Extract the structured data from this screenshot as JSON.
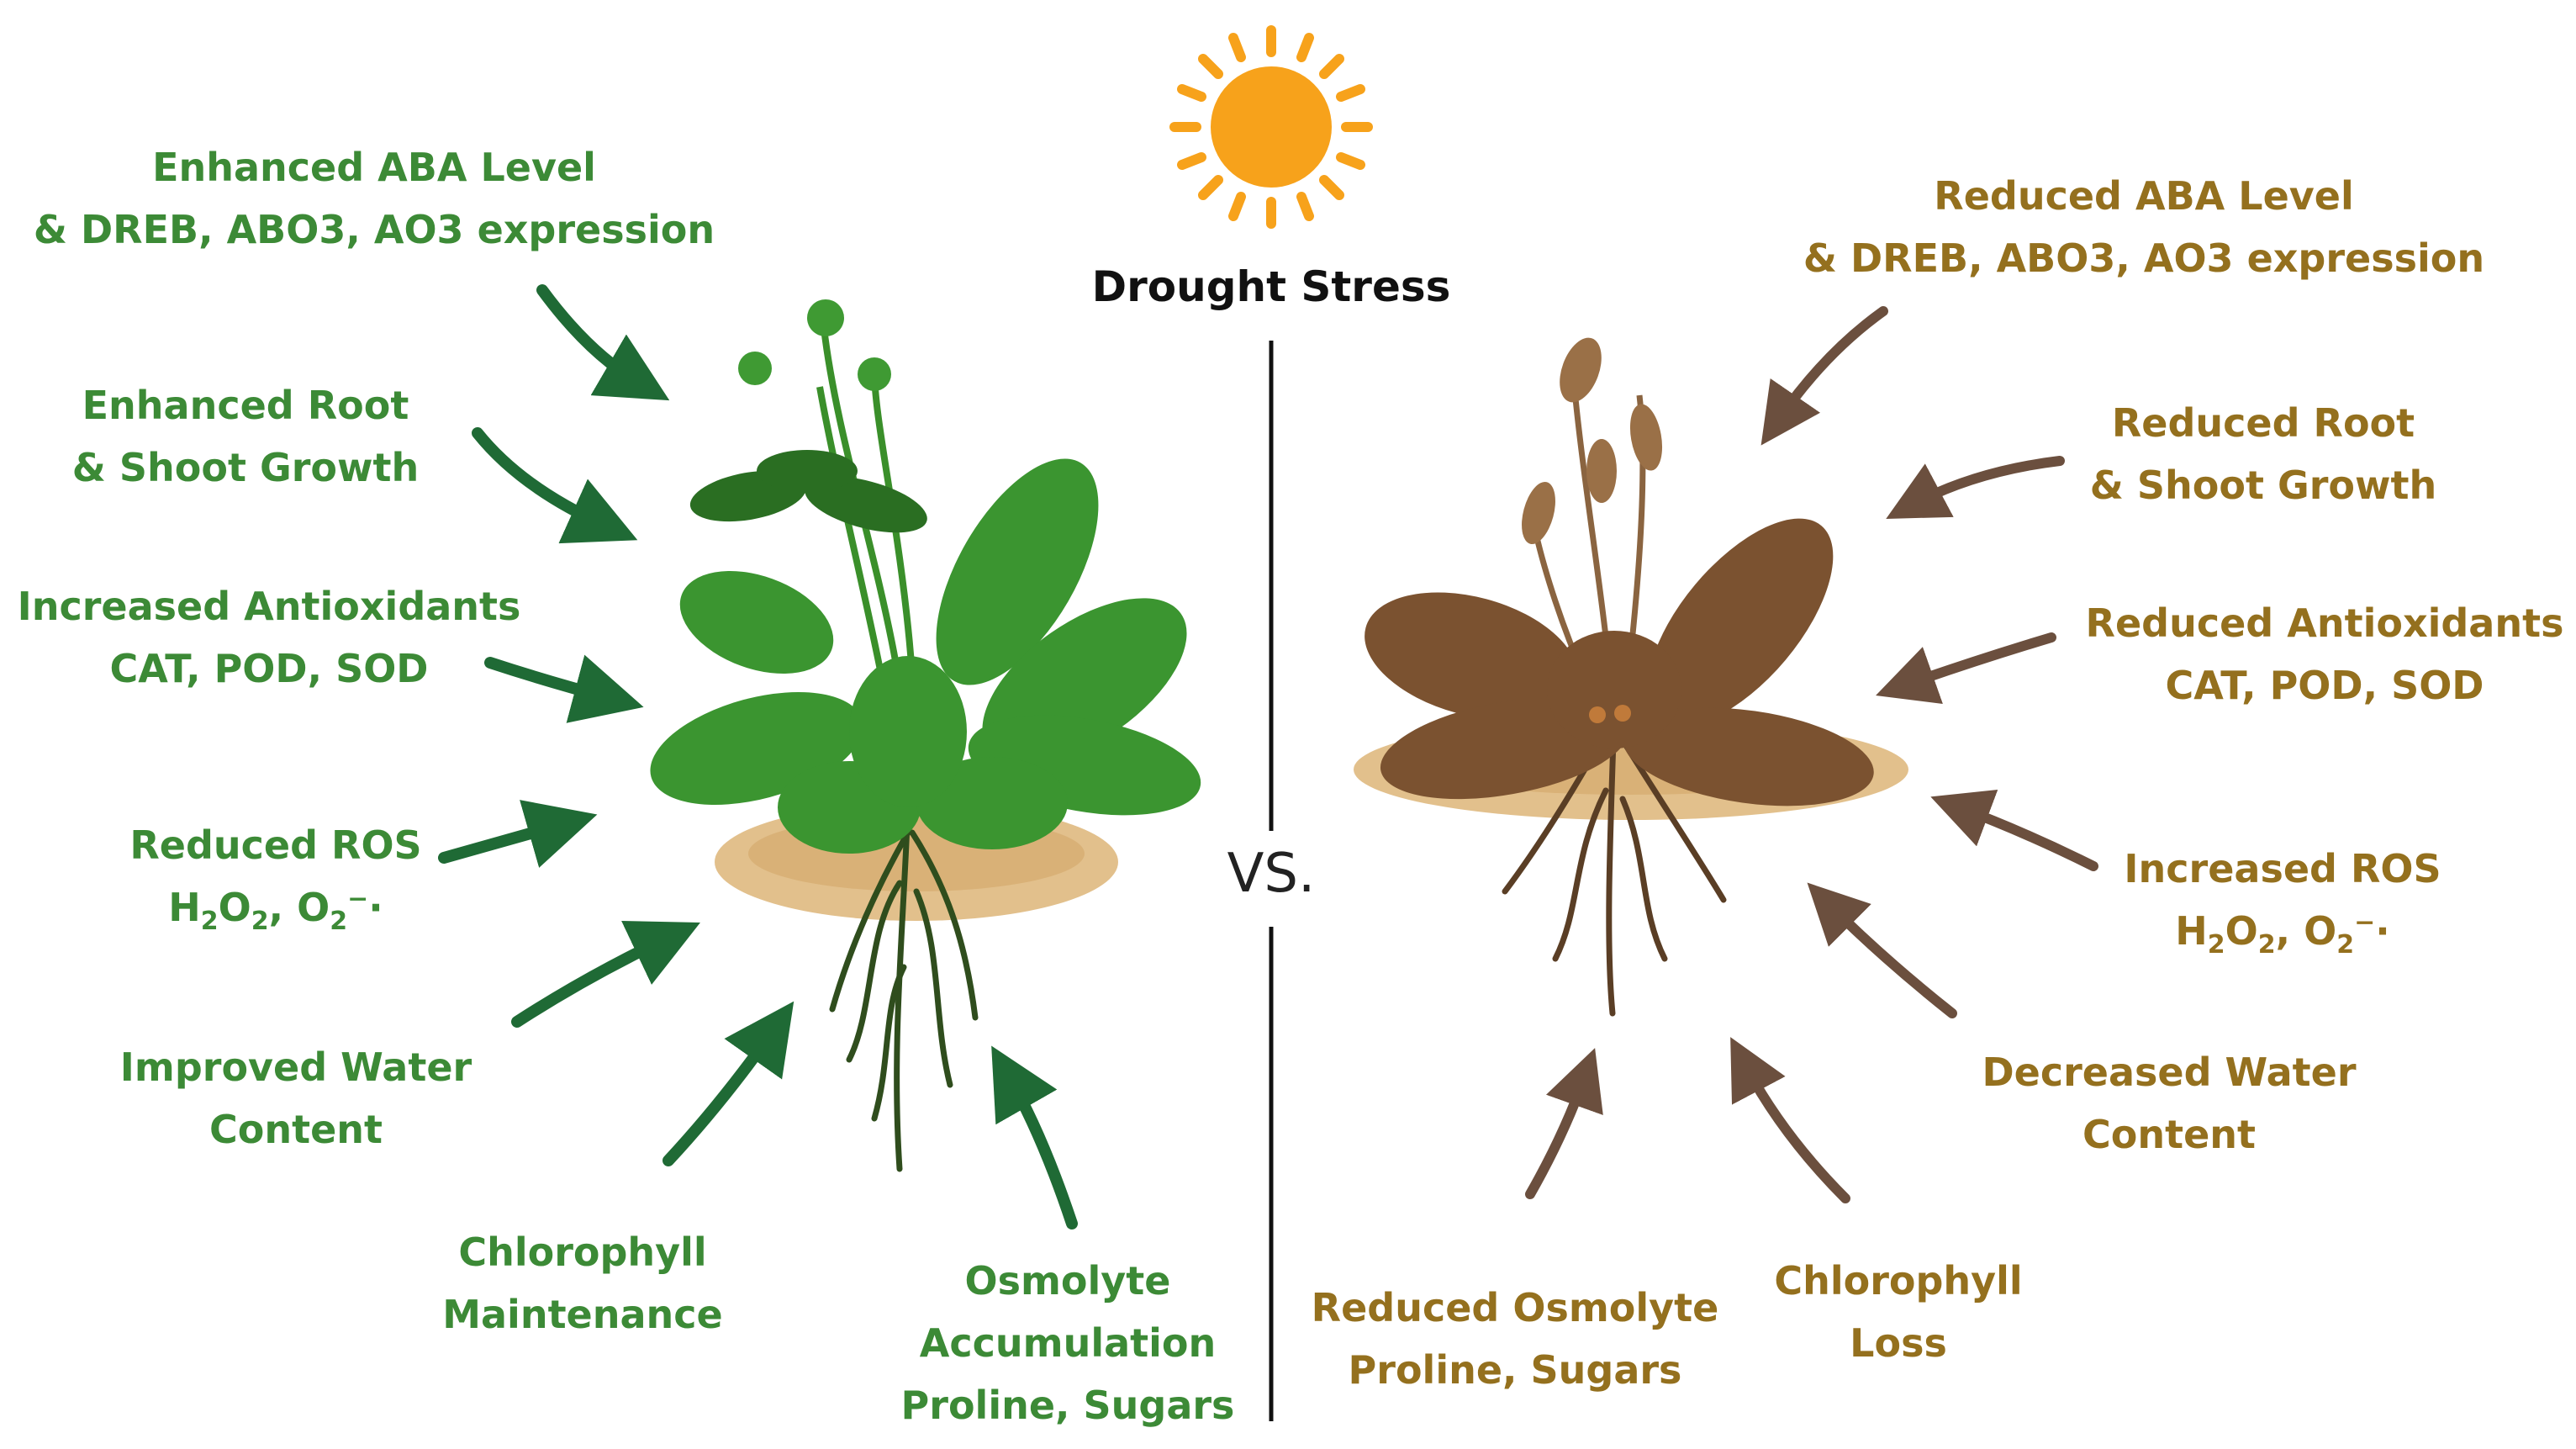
{
  "center": {
    "title": "Drought Stress",
    "vs": "VS."
  },
  "left": {
    "aba": [
      "Enhanced ABA Level",
      "& DREB, ABO3, AO3 expression"
    ],
    "growth": [
      "Enhanced Root",
      "& Shoot Growth"
    ],
    "antioxidants": [
      "Increased Antioxidants",
      "CAT, POD, SOD"
    ],
    "ros": "Reduced ROS",
    "water": [
      "Improved Water",
      "Content"
    ],
    "chlorophyll": [
      "Chlorophyll",
      "Maintenance"
    ],
    "osmolyte": [
      "Osmolyte",
      "Accumulation",
      "Proline, Sugars"
    ]
  },
  "right": {
    "aba": [
      "Reduced ABA Level",
      "& DREB, ABO3, AO3 expression"
    ],
    "growth": [
      "Reduced Root",
      "& Shoot Growth"
    ],
    "antioxidants": [
      "Reduced Antioxidants",
      "CAT, POD, SOD"
    ],
    "ros": "Increased ROS",
    "water": [
      "Decreased Water",
      "Content"
    ],
    "chlorophyll": [
      "Chlorophyll",
      "Loss"
    ],
    "osmolyte": [
      "Reduced Osmolyte",
      "Proline, Sugars"
    ]
  },
  "colors": {
    "healthy_text": "#3c8a36",
    "stressed_text": "#94701e",
    "healthy_arrow": "#1f6a35",
    "stressed_arrow": "#6b4f3e",
    "sun": "#f7a21b"
  }
}
